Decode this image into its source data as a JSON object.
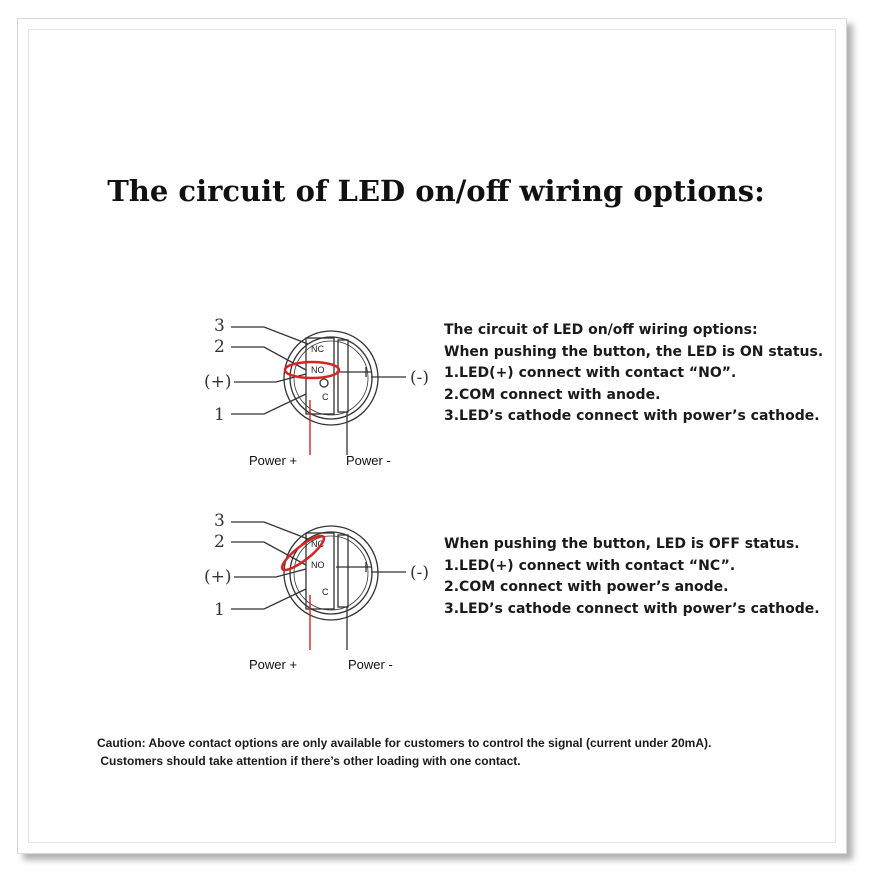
{
  "title": "The circuit of LED on/off wiring options:",
  "diagrams": [
    {
      "pins": {
        "p3": "3",
        "p2": "2",
        "plus": "(+)",
        "p1": "1",
        "minus": "(-)"
      },
      "contacts": {
        "nc": "NC",
        "no": "NO",
        "c": "C"
      },
      "power_plus": "Power +",
      "power_minus": "Power -",
      "lines": [
        "The circuit of LED on/off wiring options:",
        "When pushing the button, the LED is ON status.",
        "1.LED(+) connect with contact “NO”.",
        "2.COM connect with anode.",
        "3.LED’s cathode connect with power’s cathode."
      ]
    },
    {
      "pins": {
        "p3": "3",
        "p2": "2",
        "plus": "(+)",
        "p1": "1",
        "minus": "(-)"
      },
      "contacts": {
        "nc": "NC",
        "no": "NO",
        "c": "C"
      },
      "power_plus": "Power +",
      "power_minus": "Power -",
      "lines": [
        "When pushing the button, LED is OFF status.",
        "1.LED(+) connect with contact “NC”.",
        "2.COM connect with power’s anode.",
        "3.LED’s cathode connect with power’s cathode."
      ]
    }
  ],
  "caution": [
    "Caution: Above contact options are only available for customers to control the signal (current under 20mA).",
    " Customers should take attention if there’s other loading with one contact."
  ],
  "colors": {
    "highlight": "#d42424",
    "line": "#333333"
  }
}
